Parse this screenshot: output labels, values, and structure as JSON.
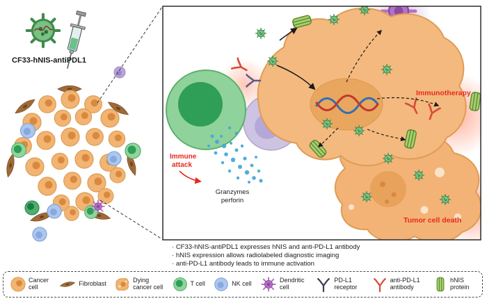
{
  "header": {
    "injection_label": "CF33-hNIS-antiPDL1"
  },
  "panel": {
    "immune_attack": [
      "Immune",
      "attack"
    ],
    "granzymes": [
      "Granzymes",
      "perforin"
    ],
    "immunotherapy": "Immunotherapy",
    "tumor_cell_death": "Tumor cell death"
  },
  "bullets": [
    "CF33-hNIS-antiPDL1 expresses hNIS and anti-PD-L1 antibody",
    "hNIS expression allows radiolabeled diagnostic imaging",
    "anti-PD-L1 antibody leads to immune activation"
  ],
  "legend": {
    "items": [
      {
        "icon": "cancer-cell-icon",
        "label": "Cancer cell"
      },
      {
        "icon": "fibroblast-icon",
        "label": "Fibroblast"
      },
      {
        "icon": "dying-cancer-cell-icon",
        "label": "Dying cancer cell"
      },
      {
        "icon": "t-cell-icon",
        "label": "T cell"
      },
      {
        "icon": "nk-cell-icon",
        "label": "NK cell"
      },
      {
        "icon": "dendritic-cell-icon",
        "label": "Dendritic cell"
      },
      {
        "icon": "pdl1-receptor-icon",
        "label": "PD-L1 receptor"
      },
      {
        "icon": "anti-pdl1-antibody-icon",
        "label": "anti-PD-L1 antibody"
      },
      {
        "icon": "hnis-protein-icon",
        "label": "hNIS protein"
      }
    ]
  },
  "colors": {
    "label_red": "#e8291c",
    "cancer_orange": "#f2b472",
    "t_cell_green": "#2f9e57",
    "nk_blue": "#aec7ec",
    "dendritic_purple": "#b273c4",
    "antibody_red": "#d84b38",
    "hnis_green": "#a8cf6d"
  }
}
